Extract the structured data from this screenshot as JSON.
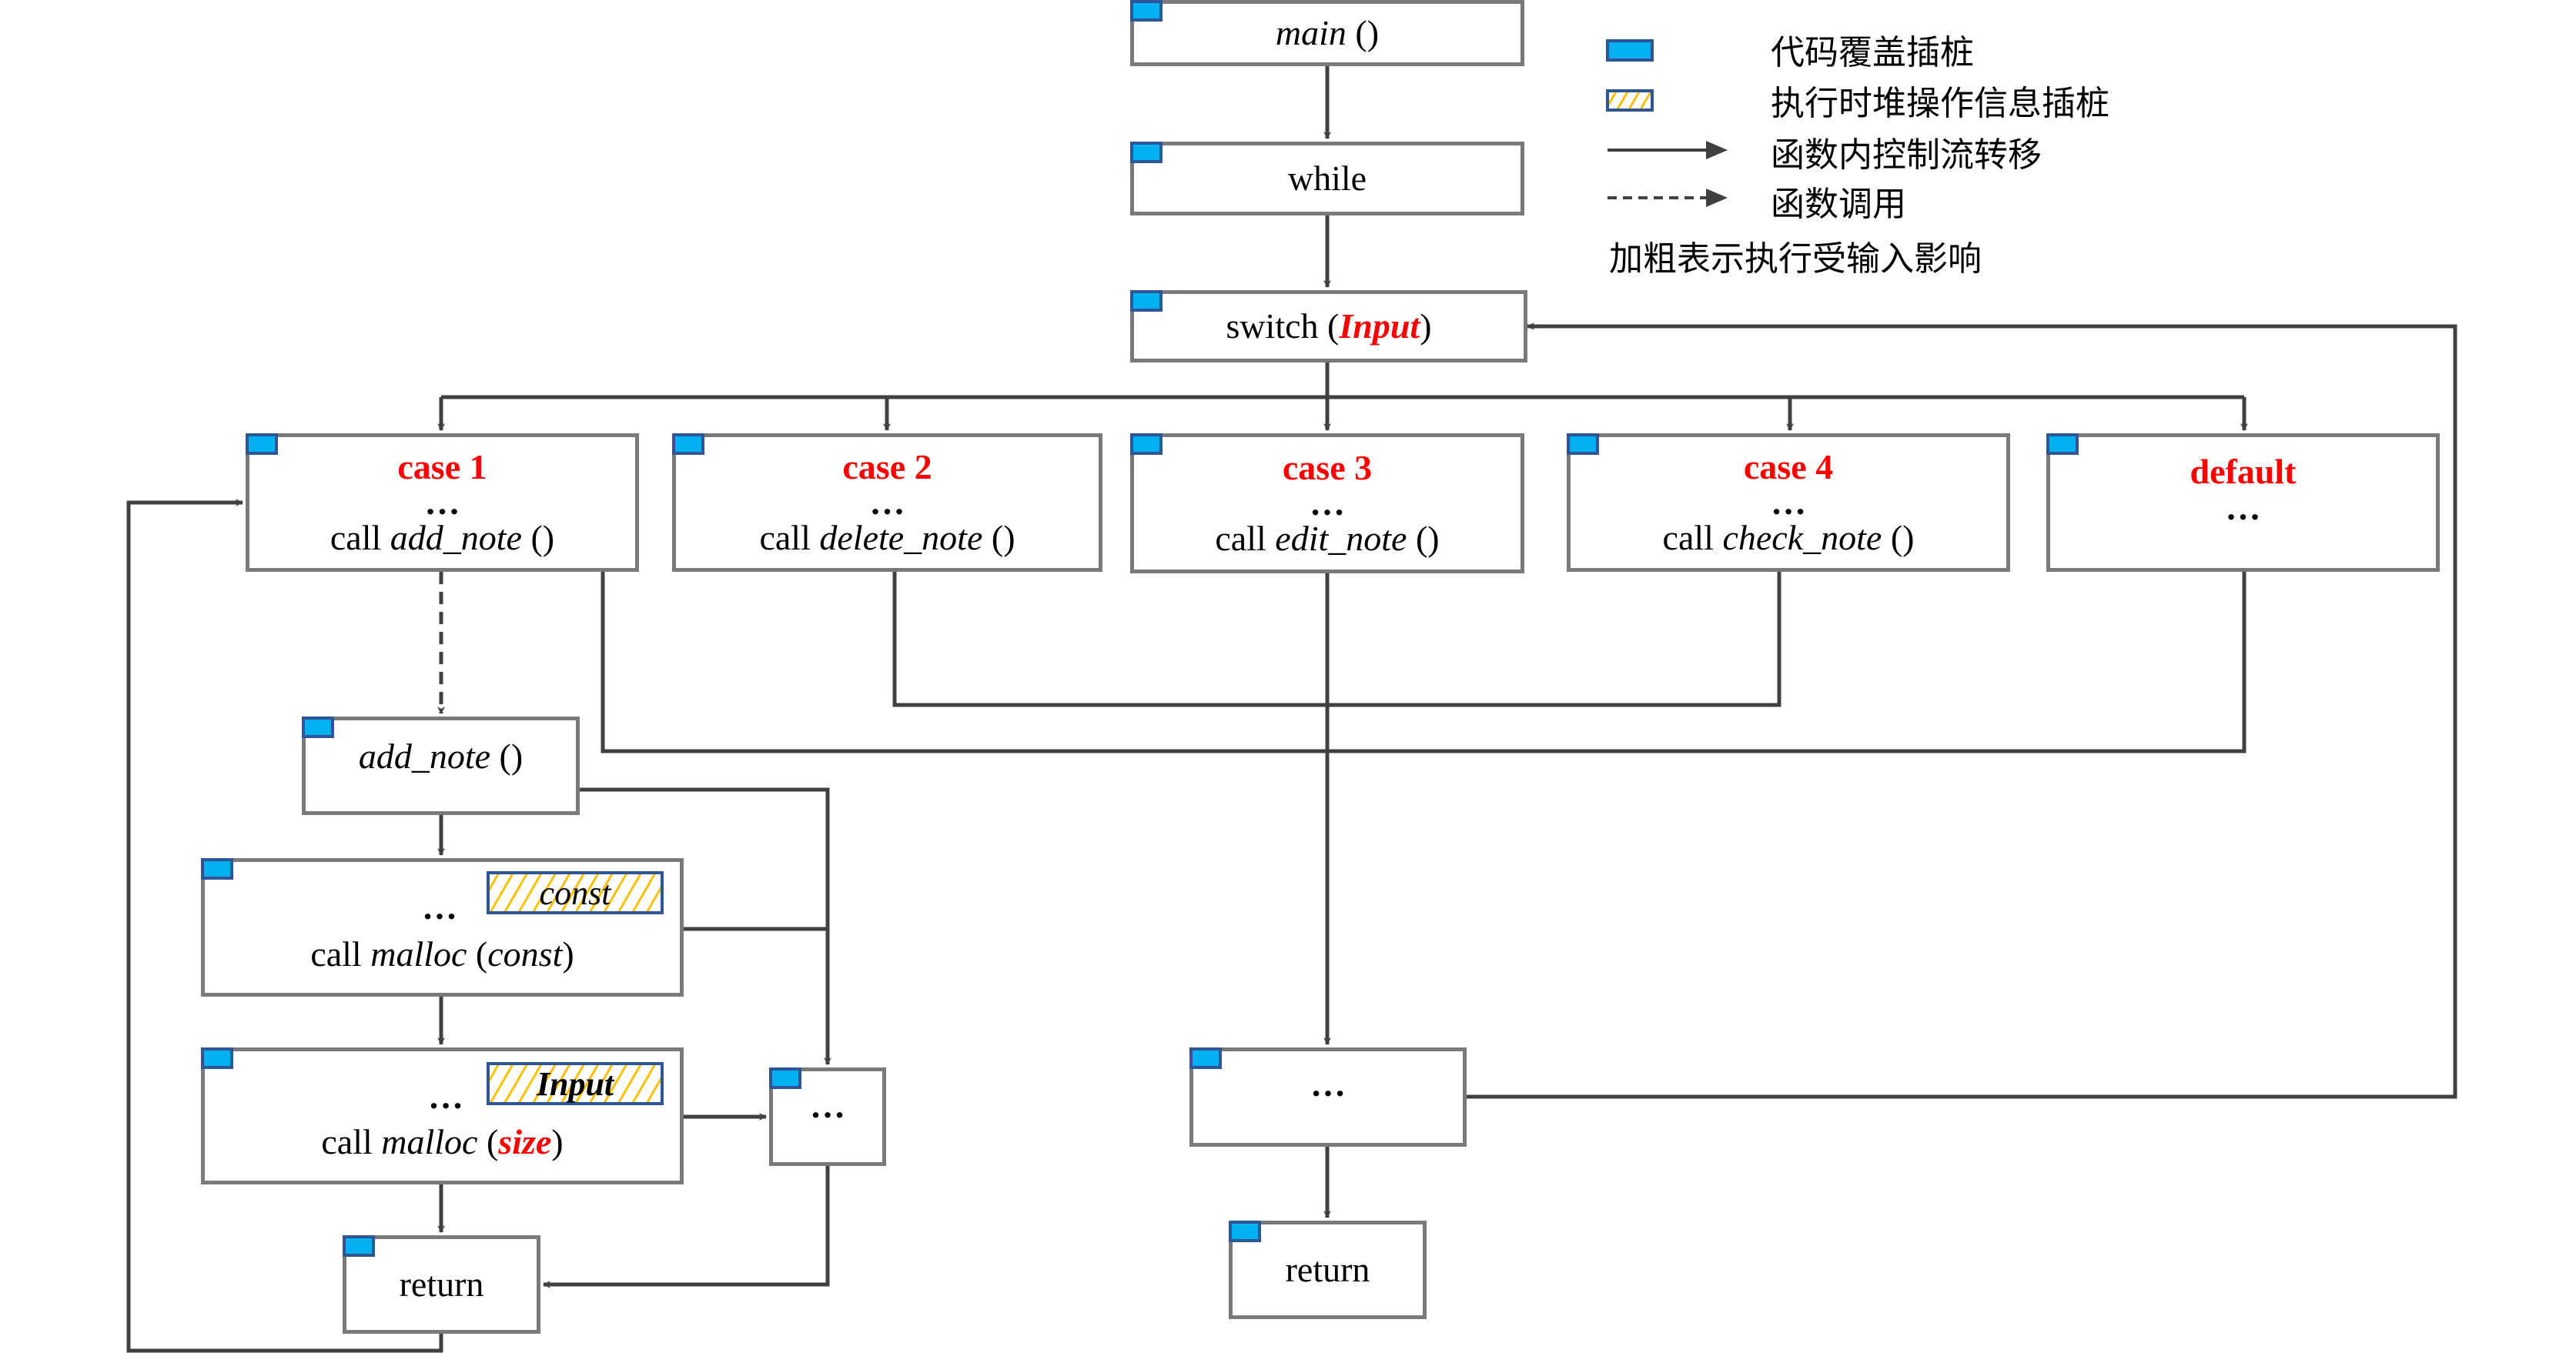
{
  "legend": {
    "coverage": "代码覆盖插桩",
    "heap_op": "执行时堆操作信息插桩",
    "control_flow": "函数内控制流转移",
    "call": "函数调用",
    "bold_note": "加粗表示执行受输入影响"
  },
  "colors": {
    "coverage_tag": "#00b0f0",
    "tag_border": "#2f5597",
    "hatch": "#ffc000",
    "highlight": "#ff0000",
    "box_border": "#7a7a7a",
    "wire": "#404040"
  },
  "nodes": {
    "main": {
      "name": "main",
      "suffix": " ()"
    },
    "while": {
      "label": "while"
    },
    "switch": {
      "prefix": "switch (",
      "input": "Input",
      "suffix": ")"
    },
    "case1": {
      "label": "case 1",
      "dots": "…",
      "call": "call ",
      "fn": "add_note",
      "suffix": " ()"
    },
    "case2": {
      "label": "case 2",
      "dots": "…",
      "call": "call ",
      "fn": "delete_note",
      "suffix": " ()"
    },
    "case3": {
      "label": "case 3",
      "dots": "…",
      "call": "call ",
      "fn": "edit_note",
      "suffix": " ()"
    },
    "case4": {
      "label": "case 4",
      "dots": "…",
      "call": "call ",
      "fn": "check_note",
      "suffix": " ()"
    },
    "default": {
      "label": "default",
      "dots": "…"
    },
    "add_note": {
      "fn": "add_note",
      "suffix": " ()"
    },
    "malloc_const": {
      "dots": "…",
      "tag": "const",
      "call": "call ",
      "fn": "malloc",
      "open": " (",
      "arg": "const",
      "close": ")"
    },
    "malloc_size": {
      "dots": "…",
      "tag": "Input",
      "call": "call ",
      "fn": "malloc",
      "open": " (",
      "arg": "size",
      "close": ")"
    },
    "inner_dots": {
      "dots": "…"
    },
    "return_left": {
      "label": "return"
    },
    "main_dots": {
      "dots": "…"
    },
    "return_right": {
      "label": "return"
    }
  }
}
